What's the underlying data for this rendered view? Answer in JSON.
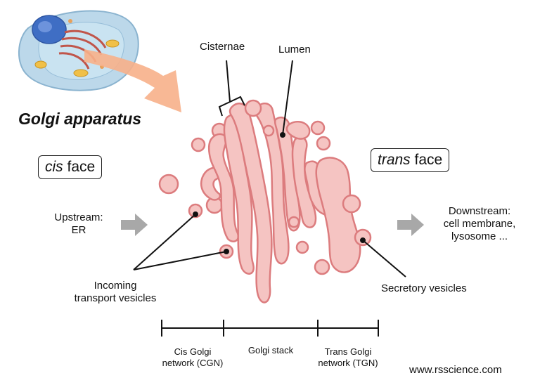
{
  "title": "Golgi apparatus",
  "faces": {
    "cis_word": "cis",
    "trans_word": "trans",
    "face_word": "face"
  },
  "labels": {
    "cisternae": "Cisternae",
    "lumen": "Lumen",
    "upstream_line1": "Upstream:",
    "upstream_line2": "ER",
    "downstream_line1": "Downstream:",
    "downstream_line2": "cell membrane,",
    "downstream_line3": "lysosome ...",
    "incoming_line1": "Incoming",
    "incoming_line2": "transport vesicles",
    "secretory": "Secretory vesicles"
  },
  "scale": {
    "cgn_line1": "Cis Golgi",
    "cgn_line2": "network (CGN)",
    "stack": "Golgi stack",
    "tgn_line1": "Trans Golgi",
    "tgn_line2": "network (TGN)"
  },
  "source": "www.rsscience.com",
  "colors": {
    "organelle_fill": "#f5c4c2",
    "organelle_stroke": "#dc7c7e",
    "arrow": "#a8a8a8",
    "cell_arrow": "#f7b08a"
  }
}
